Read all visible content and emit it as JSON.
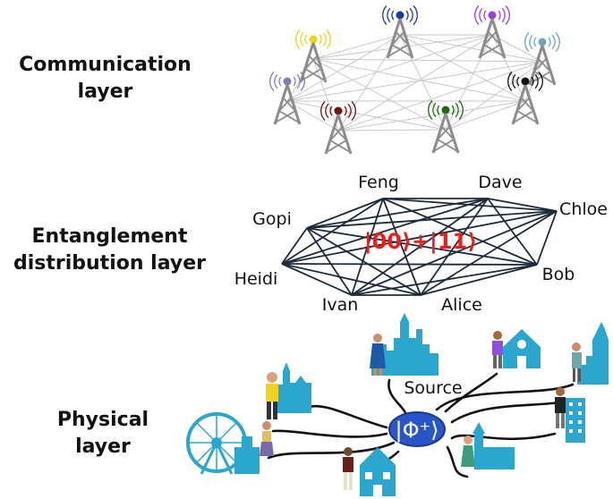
{
  "layers": {
    "communication": {
      "line1": "Communication",
      "line2": "layer"
    },
    "entanglement": {
      "line1": "Entanglement",
      "line2": "distribution layer"
    },
    "physical": {
      "line1": "Physical",
      "line2": "layer"
    }
  },
  "towers": [
    {
      "color": "#1a3aa0",
      "icon": "radio-tower-icon"
    },
    {
      "color": "#9b3fd6",
      "icon": "radio-tower-icon"
    },
    {
      "color": "#e8d51e",
      "icon": "radio-tower-icon"
    },
    {
      "color": "#6aa8b6",
      "icon": "radio-tower-icon"
    },
    {
      "color": "#7f7fb6",
      "icon": "radio-tower-icon"
    },
    {
      "color": "#111111",
      "icon": "radio-tower-icon"
    },
    {
      "color": "#6e1414",
      "icon": "radio-tower-icon"
    },
    {
      "color": "#1d6a12",
      "icon": "radio-tower-icon"
    }
  ],
  "nodes": [
    "Feng",
    "Dave",
    "Chloe",
    "Bob",
    "Alice",
    "Ivan",
    "Heidi",
    "Gopi"
  ],
  "entangled_state": "|00⟩+|11⟩",
  "source": {
    "label": "Source",
    "symbol": "|Φ⁺⟩",
    "icon": "bell-state-source-icon"
  },
  "colors": {
    "link": "#1c2a3a",
    "state": "#e8221a",
    "city": "#2aa6cf",
    "source": "#2a55c8",
    "tower": "#8c8c8c"
  }
}
